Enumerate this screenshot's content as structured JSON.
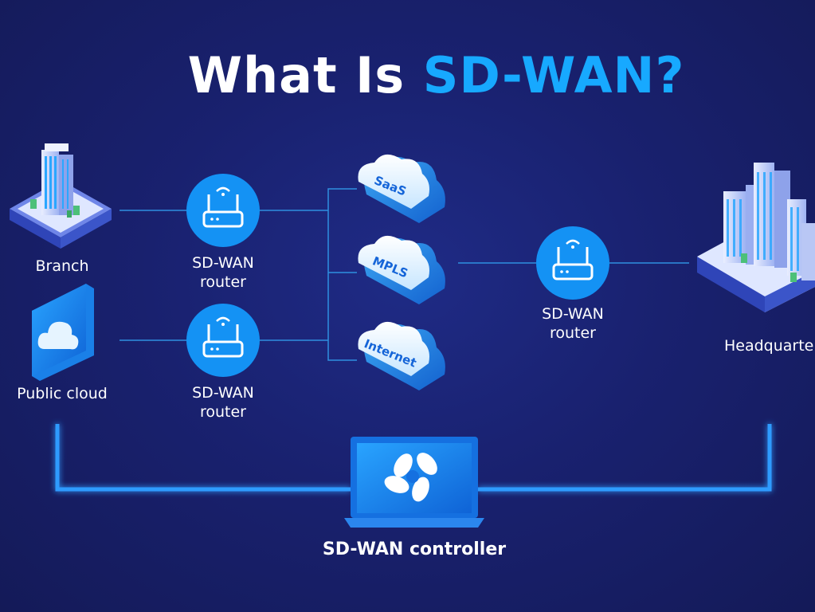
{
  "title": {
    "prefix": "What Is ",
    "accent": "SD-WAN?"
  },
  "nodes": {
    "branch": "Branch",
    "public_cloud": "Public cloud",
    "router1": [
      "SD-WAN",
      "router"
    ],
    "router2": [
      "SD-WAN",
      "router"
    ],
    "router3": [
      "SD-WAN",
      "router"
    ],
    "headquarters": "Headquarte",
    "controller": "SD-WAN controller"
  },
  "clouds": [
    "SaaS",
    "MPLS",
    "Internet"
  ],
  "colors": {
    "background": "#19216f",
    "accent": "#17a9ff",
    "router": "#1492f4",
    "link": "#2f8fe0"
  }
}
